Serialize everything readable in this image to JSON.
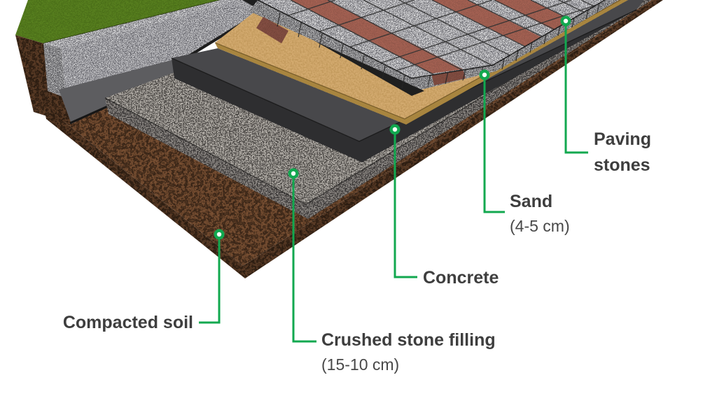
{
  "diagram": {
    "background": "#ffffff",
    "accent_color": "#12a84f",
    "text_color": "#3e3e3e",
    "labels": [
      {
        "id": "compacted-soil",
        "title": "Compacted soil",
        "subtitle": ""
      },
      {
        "id": "crushed-stone-filling",
        "title": "Crushed stone filling",
        "subtitle": "(15-10 cm)"
      },
      {
        "id": "concrete",
        "title": "Concrete",
        "subtitle": ""
      },
      {
        "id": "sand",
        "title": "Sand",
        "subtitle": "(4-5 cm)"
      },
      {
        "id": "paving-stones",
        "title": "Paving stones",
        "subtitle": ""
      }
    ],
    "layers": [
      {
        "name": "Paving stones",
        "color": "#a8a8a8",
        "accent_block_color": "#9c5a50"
      },
      {
        "name": "Sand",
        "thickness": "4-5 cm",
        "color": "#c9a464"
      },
      {
        "name": "Concrete",
        "color": "#3a3a3c"
      },
      {
        "name": "Crushed stone filling",
        "thickness": "15-10 cm",
        "color": "#8a8884"
      },
      {
        "name": "Compacted soil",
        "color": "#4a3322"
      },
      {
        "name": "Grass verge",
        "color": "#5e7d22"
      },
      {
        "name": "Granite curb",
        "color": "#ababab"
      }
    ]
  }
}
